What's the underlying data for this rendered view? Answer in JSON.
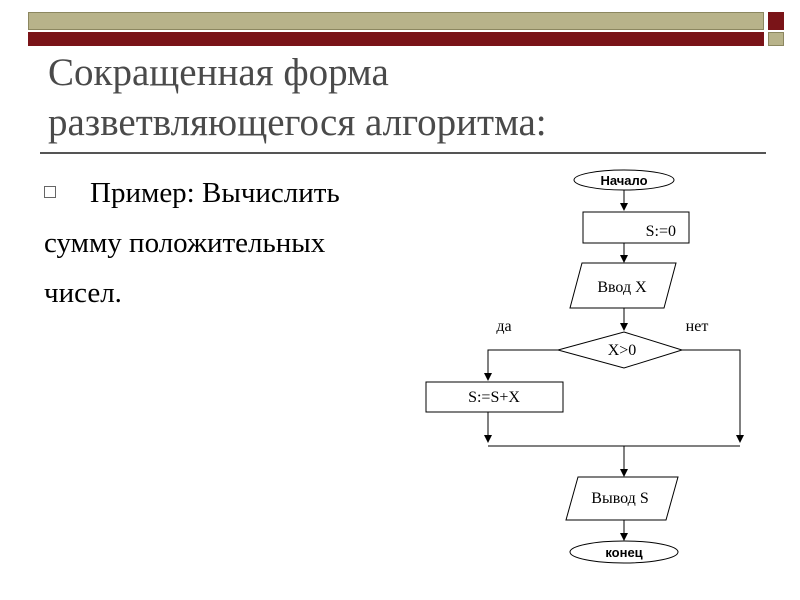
{
  "slide": {
    "title_line1": "Сокращенная форма",
    "title_line2": "разветвляющегося алгоритма:",
    "body_line1": "Пример: Вычислить",
    "body_line2": "сумму положительных",
    "body_line3": "чисел."
  },
  "flowchart": {
    "start": "Начало",
    "assign_init": "S:=0",
    "input": "Ввод X",
    "condition": "X>0",
    "yes_label": "да",
    "no_label": "нет",
    "assign_sum": "S:=S+X",
    "output": "Вывод S",
    "end": "конец"
  },
  "colors": {
    "accent_dark_red": "#7a1418",
    "accent_olive": "#b8b38a",
    "title_gray": "#4a4a4a"
  }
}
